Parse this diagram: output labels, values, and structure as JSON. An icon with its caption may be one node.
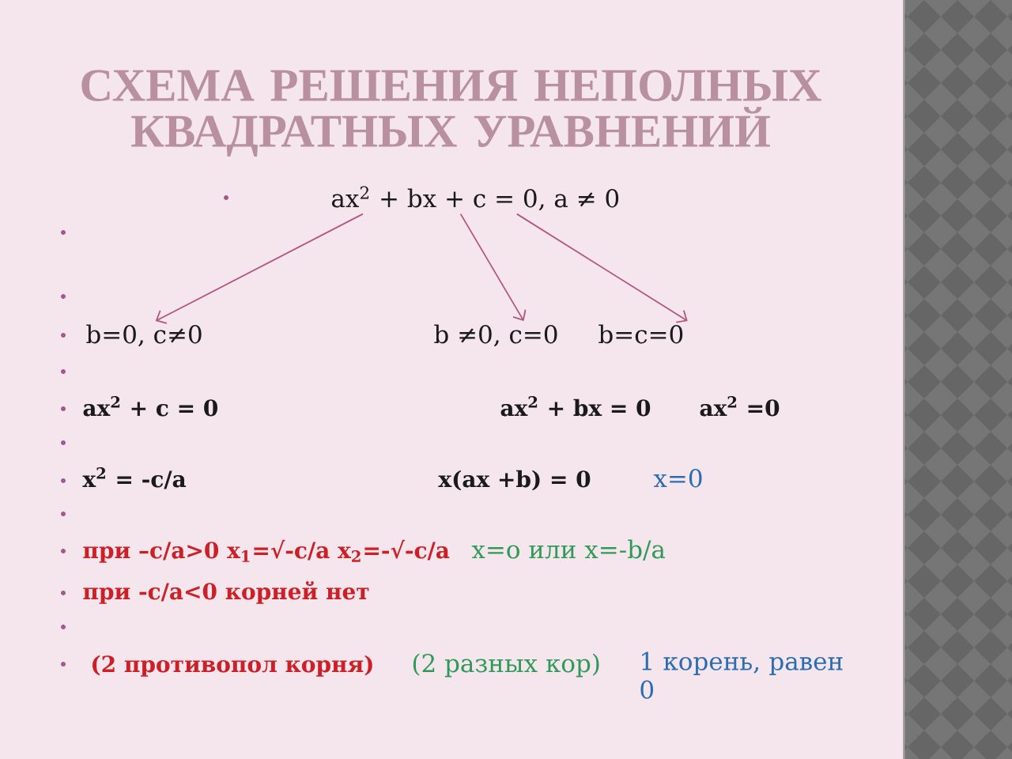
{
  "diagram": {
    "title": "СХЕМА РЕШЕНИЯ НЕПОЛНЫХ КВАДРАТНЫХ УРАВНЕНИЙ",
    "nodes": [
      {
        "text": [
          "ax$^{2}$ + bx + c = 0, a ≠ 0"
        ]
      },
      {
        "text": [
          "b=0, c≠0"
        ]
      },
      {
        "text": [
          "b ≠0, c=0"
        ]
      },
      {
        "text": [
          "b=c=0"
        ]
      }
    ],
    "edges": [
      {
        "from": 0,
        "to": 1,
        "arrow": "to"
      },
      {
        "from": 0,
        "to": 2,
        "arrow": "to"
      },
      {
        "from": 0,
        "to": 3,
        "arrow": "to"
      }
    ],
    "labels": [
      "ax$^{2}$ + c = 0",
      "ax$^{2}$ + bx = 0",
      "ax$^{2}$ =0",
      "x$^{2}$ = -c/a",
      "x(ax +b) = 0",
      "x=0",
      "при –c/a>0 x$_{1}$=√-c/a x$_{2}$=-√-c/a",
      "x=o или x=-b/a",
      "при -c/a<0 корней нет",
      "(2 противопол корня)",
      "(2 разных кор)",
      "1 корень, равен 0"
    ]
  }
}
